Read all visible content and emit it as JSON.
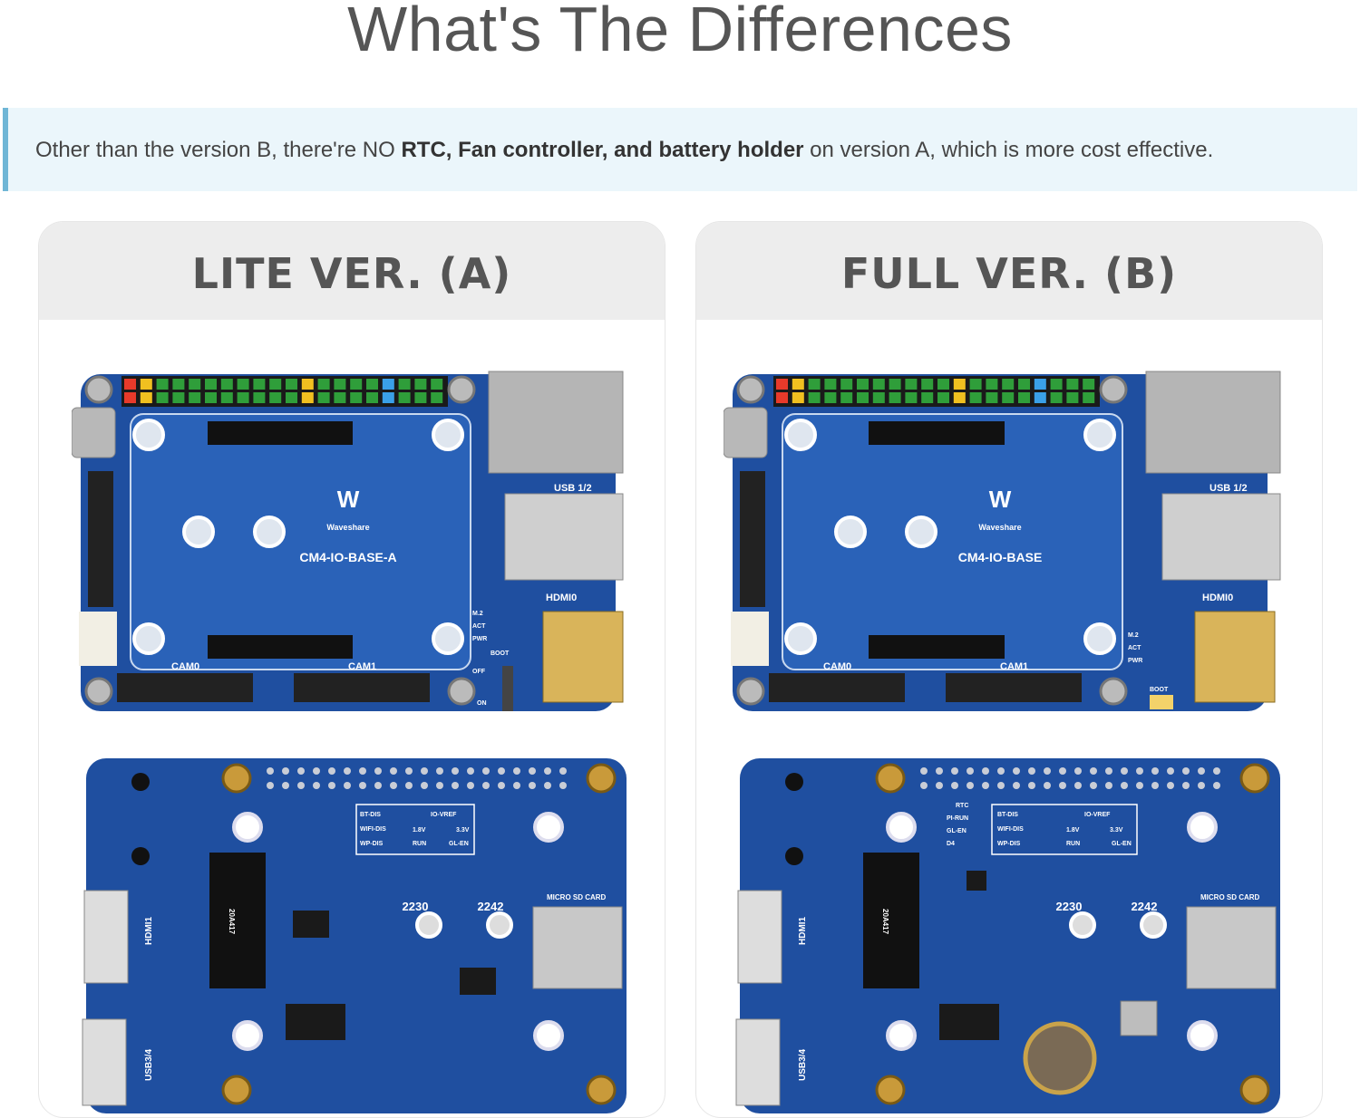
{
  "page": {
    "title": "What's The Differences"
  },
  "note": {
    "text_before": "Other than the version B, there're NO ",
    "text_bold": "RTC, Fan controller, and battery holder",
    "text_after": " on version A, which is more cost effective."
  },
  "cards": [
    {
      "title": "LITE VER. (A)",
      "board_top": {
        "brand": "Waveshare",
        "model": "CM4-IO-BASE-A",
        "labels": {
          "usb": "USB 1/2",
          "hdmi": "HDMI0",
          "cam0": "CAM0",
          "cam1": "CAM1",
          "boot": "BOOT",
          "off": "OFF",
          "on": "ON",
          "m2": "M.2",
          "act": "ACT",
          "pwr": "PWR"
        }
      },
      "board_bottom": {
        "labels": {
          "s2230": "2230",
          "s2242": "2242",
          "sd": "MICRO SD CARD",
          "hdmi1": "HDMI1",
          "usb34": "USB3/4",
          "iovref": "IO-VREF",
          "v18": "1.8V",
          "v33": "3.3V",
          "run": "RUN",
          "glen": "GL-EN",
          "btdis": "BT-DIS",
          "wifidis": "WIFI-DIS",
          "wpdis": "WP-DIS",
          "m2id": "20A417"
        }
      }
    },
    {
      "title": "FULL VER. (B)",
      "board_top": {
        "brand": "Waveshare",
        "model": "CM4-IO-BASE",
        "labels": {
          "usb": "USB 1/2",
          "hdmi": "HDMI0",
          "cam0": "CAM0",
          "cam1": "CAM1",
          "boot": "BOOT",
          "m2": "M.2",
          "act": "ACT",
          "pwr": "PWR"
        }
      },
      "board_bottom": {
        "labels": {
          "s2230": "2230",
          "s2242": "2242",
          "sd": "MICRO SD CARD",
          "hdmi1": "HDMI1",
          "usb34": "USB3/4",
          "iovref": "IO-VREF",
          "v18": "1.8V",
          "v33": "3.3V",
          "run": "RUN",
          "glen": "GL-EN",
          "btdis": "BT-DIS",
          "wifidis": "WIFI-DIS",
          "wpdis": "WP-DIS",
          "rtc": "RTC",
          "pirun": "PI-RUN",
          "d4": "D4",
          "m2id": "20A417"
        }
      }
    }
  ],
  "colors": {
    "pcb": "#1f4fa0",
    "pcb_light": "#2a62b8",
    "note_bg": "#ebf6fb",
    "note_bar": "#6fb6d6",
    "card_head": "#ededed"
  }
}
